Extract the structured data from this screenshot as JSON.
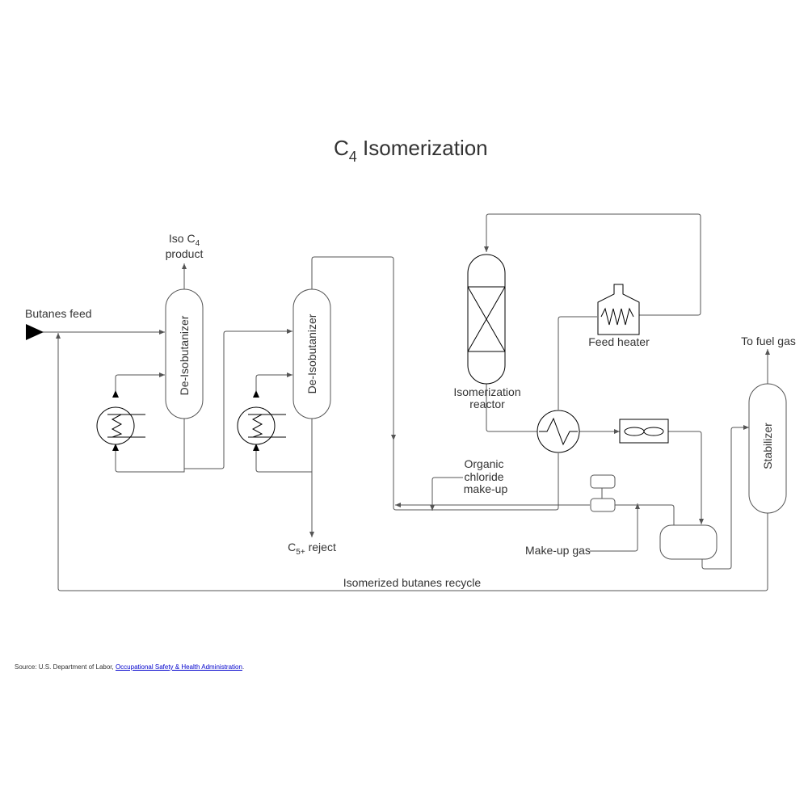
{
  "title": {
    "main": "C",
    "sub": "4",
    "rest": " Isomerization"
  },
  "labels": {
    "butanes_feed": "Butanes feed",
    "iso_c4_main": "Iso C",
    "iso_c4_sub": "4",
    "iso_c4_line2": "product",
    "column1": "De-Isobutanizer",
    "column2": "De-Isobutanizer",
    "c5_main": "C",
    "c5_sub": "5+",
    "c5_rest": " reject",
    "reactor_line1": "Isomerization",
    "reactor_line2": "reactor",
    "feed_heater": "Feed heater",
    "to_fuel_gas": "To fuel gas",
    "stabilizer": "Stabilizer",
    "organic_line1": "Organic",
    "organic_line2": "chloride",
    "organic_line3": "make-up",
    "makeup_gas": "Make-up gas",
    "recycle": "Isomerized butanes recycle"
  },
  "source": {
    "prefix": "Source:  U.S. Department of Labor, ",
    "link": "Occupational Safety & Health Administration",
    "suffix": "."
  },
  "colors": {
    "line": "#555555",
    "text": "#333333",
    "link": "#0000cc",
    "feed_marker": "#000000"
  }
}
